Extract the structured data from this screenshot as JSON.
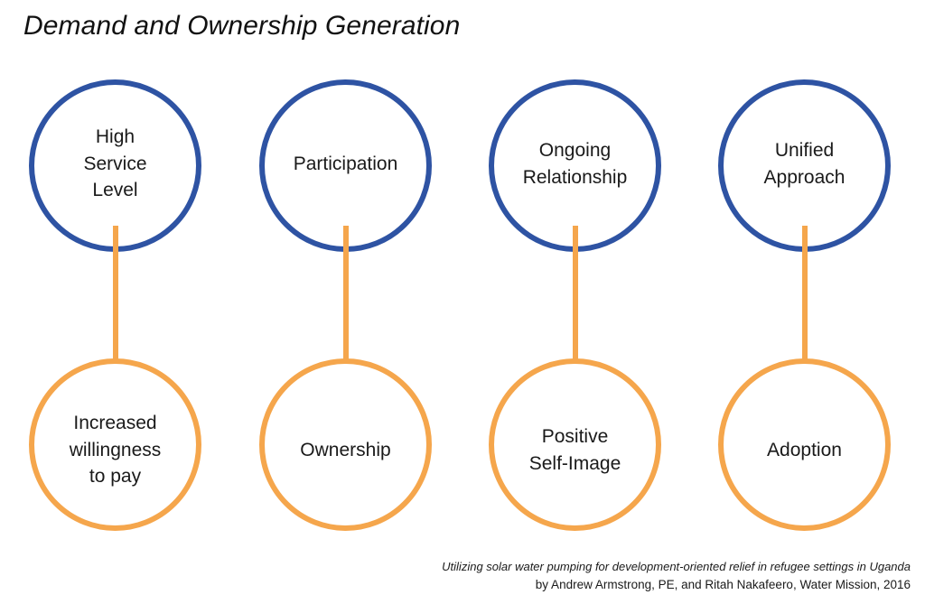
{
  "title": "Demand and Ownership Generation",
  "colors": {
    "cause_stroke": "#2E53A3",
    "effect_stroke": "#F5A64C",
    "arrow": "#F5A64C",
    "text": "#1a1a1a",
    "background": "#ffffff"
  },
  "columns": [
    {
      "cause": {
        "label": "High\nService\nLevel"
      },
      "effect": {
        "label": "Increased\nwillingness\nto pay"
      },
      "arrow": {
        "name": "arrow-down",
        "from": "High Service Level",
        "to": "Increased willingness to pay"
      }
    },
    {
      "cause": {
        "label": "Participation"
      },
      "effect": {
        "label": "Ownership"
      },
      "arrow": {
        "name": "arrow-down",
        "from": "Participation",
        "to": "Ownership"
      }
    },
    {
      "cause": {
        "label": "Ongoing\nRelationship"
      },
      "effect": {
        "label": "Positive\nSelf-Image"
      },
      "arrow": {
        "name": "arrow-down",
        "from": "Ongoing Relationship",
        "to": "Positive Self-Image"
      }
    },
    {
      "cause": {
        "label": "Unified\nApproach"
      },
      "effect": {
        "label": "Adoption"
      },
      "arrow": {
        "name": "arrow-down",
        "from": "Unified Approach",
        "to": "Adoption"
      }
    }
  ],
  "citation": {
    "source_title": "Utilizing solar water pumping for development-oriented relief in refugee settings in Uganda",
    "authors": "by Andrew Armstrong, PE, and Ritah Nakafeero, Water Mission, 2016"
  }
}
